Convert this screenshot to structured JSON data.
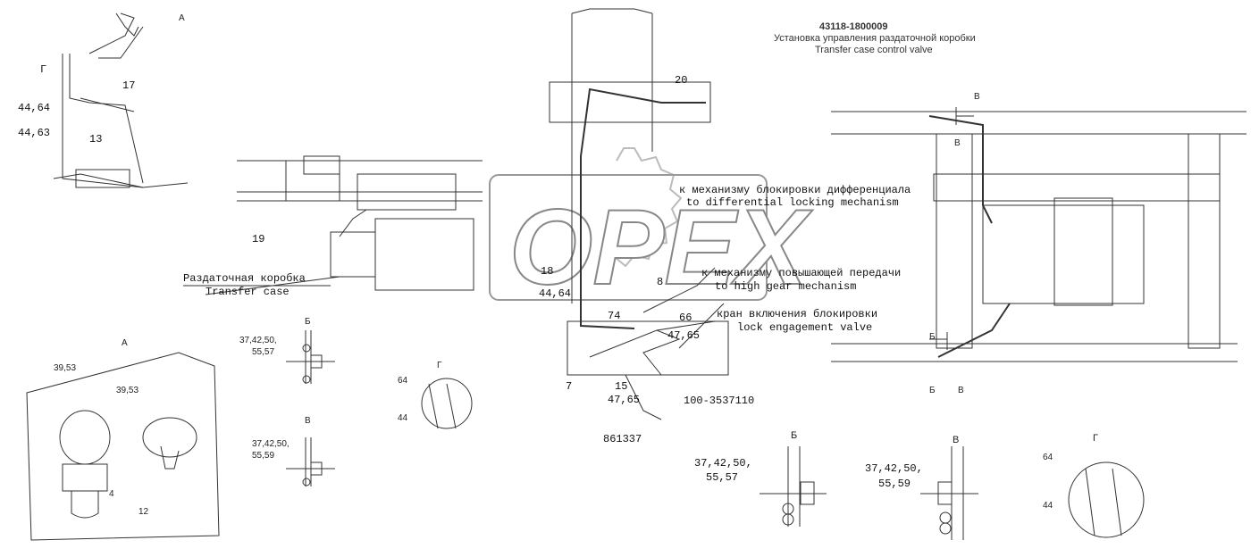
{
  "header": {
    "code": "43118-1800009",
    "title_ru": "Установка управления раздаточной коробки",
    "title_en": "Transfer case control valve"
  },
  "view_a": {
    "arrow_label": "А",
    "g": "Г",
    "l17": "17",
    "l4464": "44,64",
    "l4463": "44,63",
    "l13": "13"
  },
  "side": {
    "l19": "19",
    "tc_ru": "Раздаточная коробка",
    "tc_en": "Transfer case"
  },
  "center": {
    "l20": "20",
    "l18": "18",
    "l4464": "44,64",
    "l8": "8",
    "l74": "74",
    "l66": "66",
    "l4765a": "47,65",
    "l7": "7",
    "l15": "15",
    "l4765b": "47,65",
    "part_valve": "100-3537110",
    "part_nut": "861337"
  },
  "callouts": {
    "diff_ru": "к механизму блокировки дифференциала",
    "diff_en": "to differential locking mechanism",
    "hg_ru": "к механизму повышающей передачи",
    "hg_en": "to high gear mechanism",
    "lv_ru": "кран включения блокировки",
    "lv_en": "lock engagement valve"
  },
  "plan": {
    "mark_v": "В",
    "mark_b_inner": "В",
    "mark_b_low": "Б",
    "mark_b_bottom": "Б",
    "mark_v_bottom": "В"
  },
  "small": {
    "b_title": "Б",
    "b_parts1": "37,42,50,",
    "b_parts2": "55,57",
    "v_title": "В",
    "v_parts1": "37,42,50,",
    "v_parts2": "55,59",
    "g_title": "Г",
    "g_64": "64",
    "g_44": "44"
  },
  "detail_a": {
    "title": "А",
    "l3953_left": "39,53",
    "l3953_right": "39,53",
    "l4": "4",
    "l12": "12"
  },
  "large": {
    "b_title": "Б",
    "b_parts1": "37,42,50,",
    "b_parts2": "55,57",
    "v_title": "В",
    "v_parts1": "37,42,50,",
    "v_parts2": "55,59",
    "g_title": "Г",
    "g_64": "64",
    "g_44": "44"
  },
  "watermark": "OPEX"
}
